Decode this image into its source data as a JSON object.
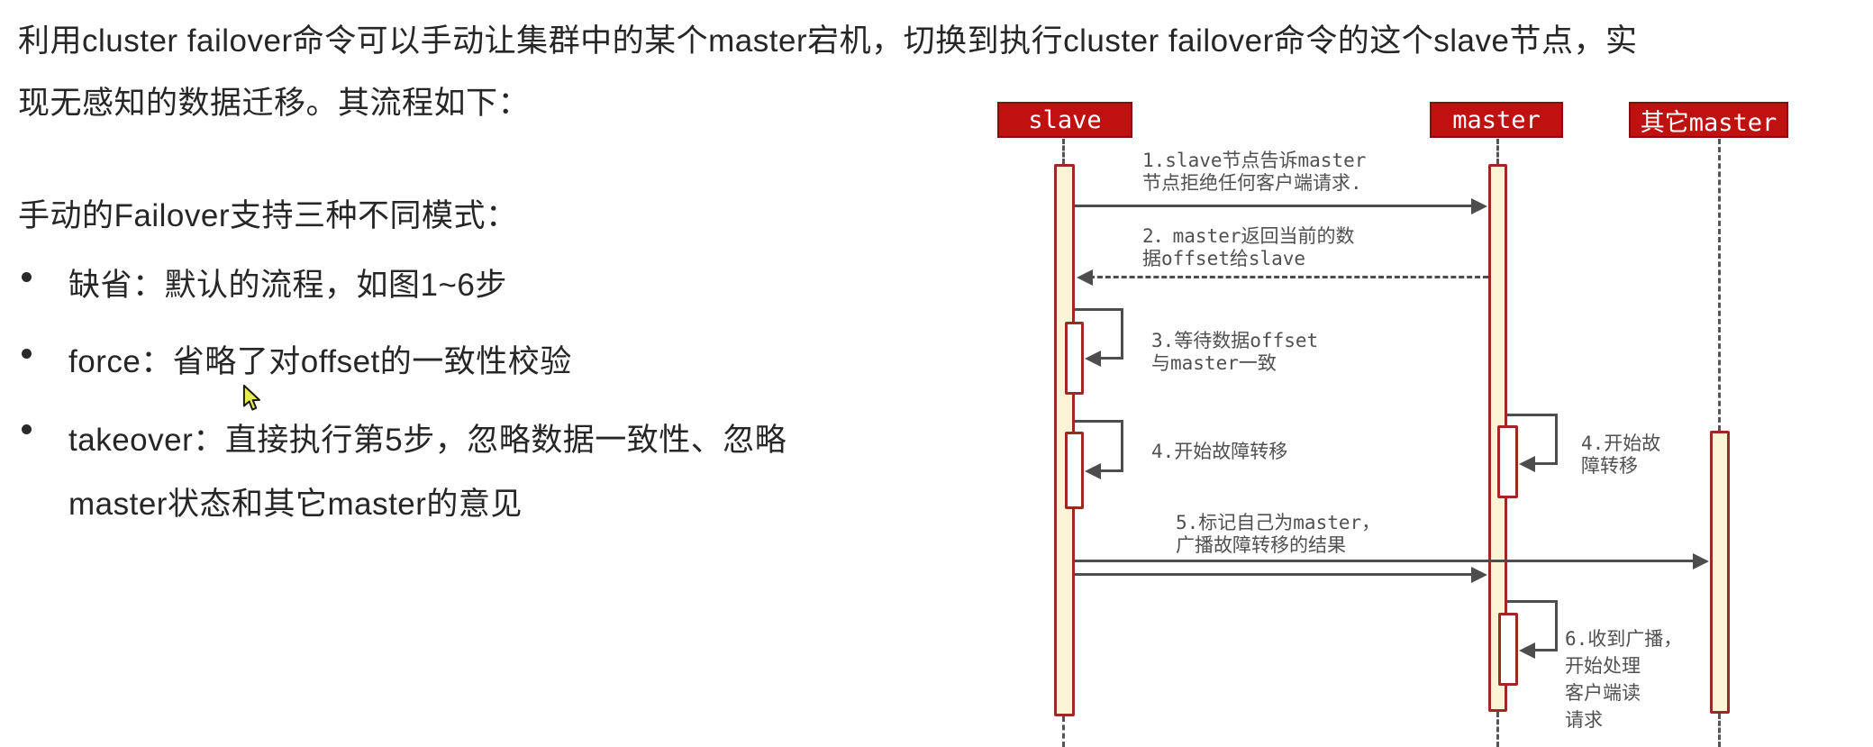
{
  "colors": {
    "background": "#ffffff",
    "body_text": "#262626",
    "actor_red": "#c01111",
    "actor_border": "#8a0d0d",
    "activation_fill": "#fbf4d6",
    "activation_border": "#9c2a24",
    "arrow_gray": "#4d4d4d",
    "diagram_text": "#505050",
    "cursor_fill": "#e6ef52"
  },
  "left_panel": {
    "intro_line1": "利用cluster failover命令可以手动让集群中的某个master宕机，切换到执行cluster failover命令的这个slave节点，实",
    "intro_line2": "现无感知的数据迁移。其流程如下：",
    "modes_heading": "手动的Failover支持三种不同模式：",
    "bullet_glyph": "•",
    "bullets": [
      {
        "line1": "缺省：默认的流程，如图1~6步"
      },
      {
        "line1": "force：省略了对offset的一致性校验"
      },
      {
        "line1": "takeover：直接执行第5步，忽略数据一致性、忽略",
        "line2": "master状态和其它master的意见"
      }
    ]
  },
  "diagram": {
    "type": "sequence-diagram",
    "actors": [
      {
        "id": "slave",
        "label": "slave"
      },
      {
        "id": "master",
        "label": "master"
      },
      {
        "id": "other-master",
        "label": "其它master"
      }
    ],
    "messages": [
      {
        "n": 1,
        "from": "slave",
        "to": "master",
        "style": "solid",
        "lines": [
          "1.slave节点告诉master",
          "节点拒绝任何客户端请求."
        ]
      },
      {
        "n": 2,
        "from": "master",
        "to": "slave",
        "style": "dashed",
        "lines": [
          "2．master返回当前的数",
          "据offset给slave"
        ]
      },
      {
        "n": 3,
        "from": "slave",
        "to": "slave",
        "style": "self",
        "lines": [
          "3.等待数据offset",
          "与master一致"
        ]
      },
      {
        "n": 4,
        "from": "slave",
        "to": "slave",
        "style": "self",
        "lines": [
          "4.开始故障转移"
        ]
      },
      {
        "n": 4,
        "from": "master",
        "to": "master",
        "style": "self",
        "lines": [
          "4.开始故",
          "障转移"
        ]
      },
      {
        "n": 5,
        "from": "slave",
        "to": "master,other-master",
        "style": "solid-broadcast",
        "lines": [
          "5.标记自己为master，",
          "广播故障转移的结果"
        ]
      },
      {
        "n": 6,
        "from": "master",
        "to": "master",
        "style": "self",
        "lines": [
          "6.收到广播，",
          "开始处理",
          "客户端读",
          "请求"
        ]
      }
    ]
  }
}
